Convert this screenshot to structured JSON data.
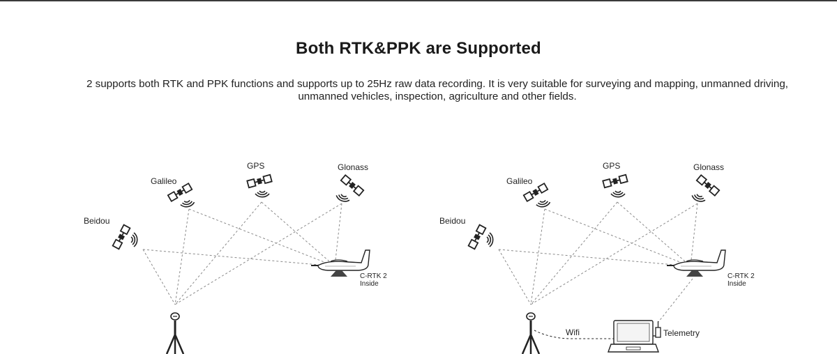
{
  "title": "Both RTK&PPK are Supported",
  "description": "2 supports both RTK and PPK functions and supports up to 25Hz raw data recording. It is very suitable for surveying and mapping, unmanned driving, unmanned vehicles, inspection, agriculture and other fields.",
  "diagrams": [
    {
      "satellites": {
        "beidou": "Beidou",
        "galileo": "Galileo",
        "gps": "GPS",
        "glonass": "Glonass"
      },
      "drone_label_1": "C-RTK 2",
      "drone_label_2": "Inside"
    },
    {
      "satellites": {
        "beidou": "Beidou",
        "galileo": "Galileo",
        "gps": "GPS",
        "glonass": "Glonass"
      },
      "drone_label_1": "C-RTK 2",
      "drone_label_2": "Inside",
      "wifi_label": "Wifi",
      "telemetry_label": "Telemetry"
    }
  ],
  "colors": {
    "line": "#8a8a8a",
    "ink": "#222222"
  }
}
